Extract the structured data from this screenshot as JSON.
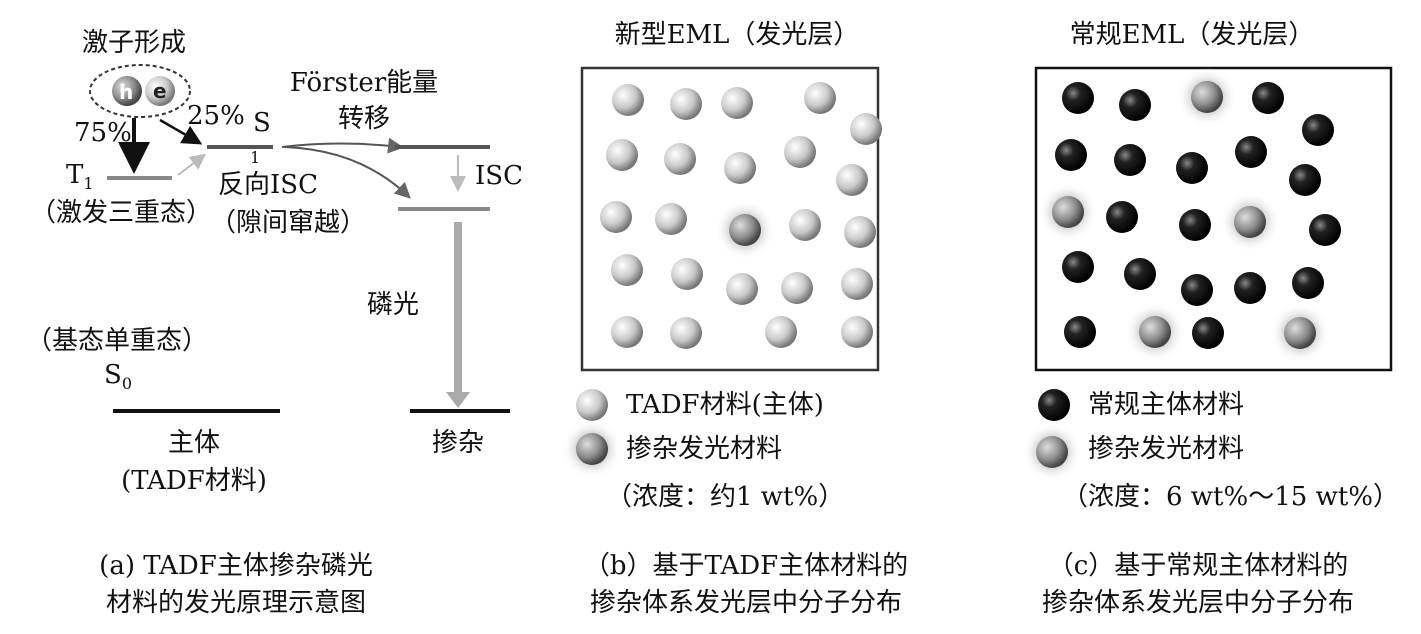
{
  "panel_a": {
    "exciton_title": "激子形成",
    "hole": "h",
    "electron": "e",
    "pct_triplet": "75%",
    "pct_singlet": "25%",
    "s1_label": "S",
    "s1_sub": "1",
    "t1_label": "T",
    "t1_sub": "1",
    "t1_desc": "（激发三重态）",
    "risc_line1": "反向ISC",
    "risc_line2": "（隙间窜越）",
    "forster_line1": "Förster能量",
    "forster_line2": "转移",
    "isc": "ISC",
    "phosphorescence": "磷光",
    "s0_desc": "（基态单重态）",
    "s0_label": "S",
    "s0_sub": "0",
    "host_line1": "主体",
    "host_line2": "(TADF材料)",
    "dopant": "掺杂",
    "caption_line1": "(a) TADF主体掺杂磷光",
    "caption_line2": "材料的发光原理示意图"
  },
  "panel_b": {
    "title": "新型EML（发光层）",
    "legend_host": "TADF材料(主体)",
    "legend_dopant": "掺杂发光材料",
    "concentration": "（浓度：约1 wt%）",
    "caption_line1": "（b）基于TADF主体材料的",
    "caption_line2": "掺杂体系发光层中分子分布"
  },
  "panel_c": {
    "title": "常规EML（发光层）",
    "legend_host": "常规主体材料",
    "legend_dopant": "掺杂发光材料",
    "concentration": "（浓度：6 wt%～15 wt%）",
    "caption_line1": "（c）基于常规主体材料的",
    "caption_line2": "掺杂体系发光层中分子分布"
  },
  "colors": {
    "host_tadf": "#c8c8c8",
    "dopant": "#8a8a8a",
    "host_conventional": "#111111",
    "level": "#555555"
  }
}
